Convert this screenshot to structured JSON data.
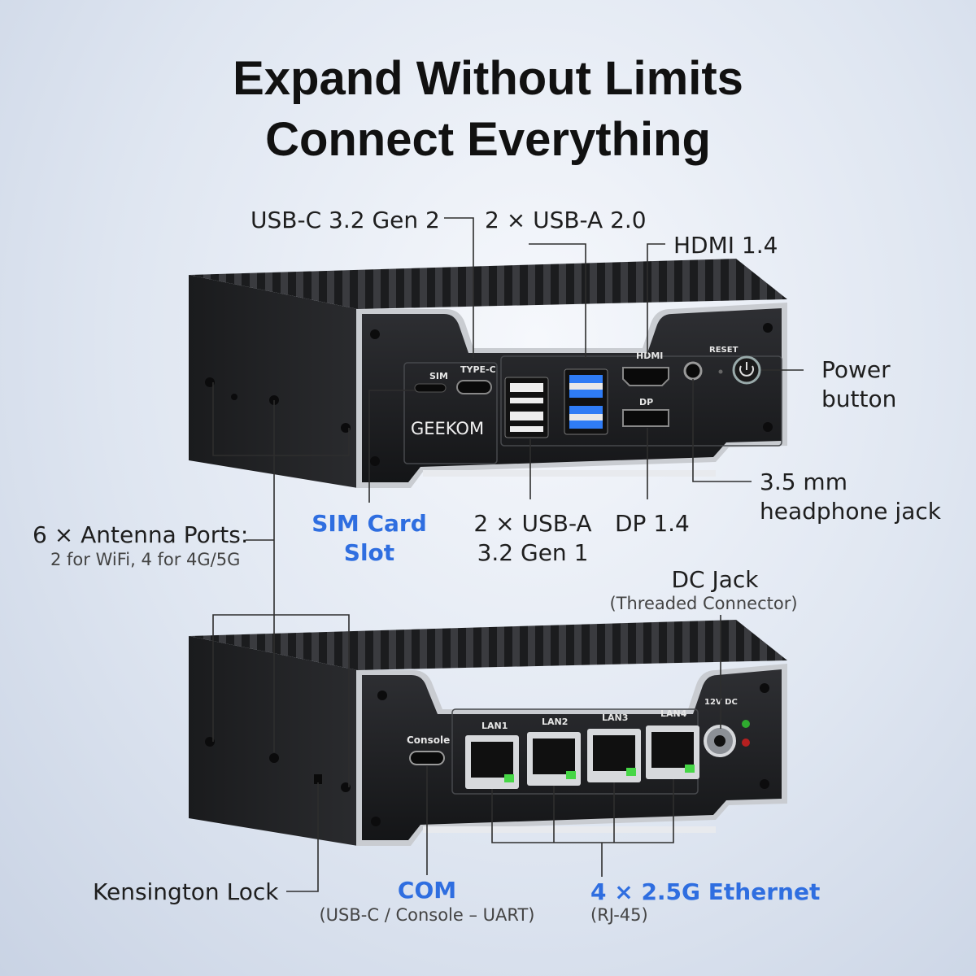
{
  "headline": {
    "line1": "Expand Without Limits",
    "line2": "Connect Everything"
  },
  "callouts": {
    "usb_c": "USB-C 3.2 Gen 2",
    "usb_a20": "2 × USB-A 2.0",
    "hdmi": "HDMI 1.4",
    "power_l1": "Power",
    "power_l2": "button",
    "antenna": "6 × Antenna Ports:",
    "antenna_sub": "2 for WiFi, 4 for 4G/5G",
    "sim_l1": "SIM Card",
    "sim_l2": "Slot",
    "usb_a32_l1": "2 × USB-A",
    "usb_a32_l2": "3.2 Gen 1",
    "dp": "DP 1.4",
    "audio_l1": "3.5 mm",
    "audio_l2": "headphone jack",
    "dc": "DC Jack",
    "dc_sub": "(Threaded Connector)",
    "kensington": "Kensington Lock",
    "com": "COM",
    "com_sub": "(USB-C / Console – UART)",
    "ethernet": "4 × 2.5G Ethernet",
    "ethernet_sub": "(RJ-45)"
  },
  "device_labels": {
    "sim": "SIM",
    "typec": "TYPE-C",
    "hdmi": "HDMI",
    "dp": "DP",
    "reset": "RESET",
    "brand": "GEEKOM",
    "console": "Console",
    "dc": "12V DC",
    "lan": [
      "LAN1",
      "LAN2",
      "LAN3",
      "LAN4"
    ]
  },
  "colors": {
    "accent": "#2f6ee0",
    "device": "#232427",
    "frame": "#c9ccd1"
  }
}
